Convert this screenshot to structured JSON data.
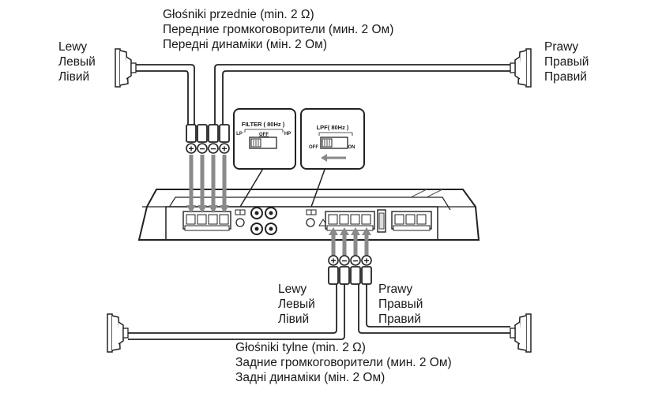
{
  "front_speakers": {
    "lines": [
      "Głośniki przednie (min. 2 Ω)",
      "Передние громкоговорители (мин. 2 Ом)",
      "Передні динаміки (мін. 2 Ом)"
    ]
  },
  "rear_speakers": {
    "lines": [
      "Głośniki tylne (min. 2 Ω)",
      "Задние громкоговорители (мин. 2 Ом)",
      "Задні динаміки (мін. 2 Ом)"
    ]
  },
  "left_label": [
    "Lewy",
    "Левый",
    "Лівий"
  ],
  "right_label": [
    "Prawy",
    "Правый",
    "Правий"
  ],
  "filter_switch": {
    "title": "FILTER ( 80Hz )",
    "lp": "LP",
    "off": "OFF",
    "hp": "HP"
  },
  "lpf_switch": {
    "title": "LPF( 80Hz )",
    "off": "OFF",
    "on": "ON"
  },
  "polarity": {
    "plus": "+",
    "minus": "−"
  }
}
